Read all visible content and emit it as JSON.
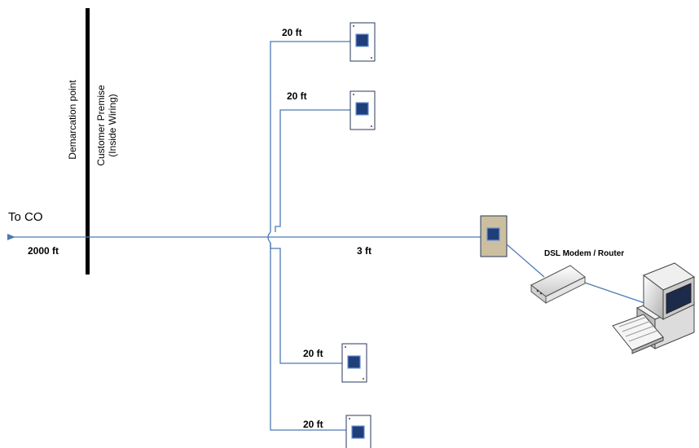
{
  "diagram": {
    "to_co": "To CO",
    "main_distance": "2000 ft",
    "demarc": "Demarcation point",
    "premise_line1": "Customer Premise",
    "premise_line2": "(Inside Wiring)",
    "modem_distance": "3 ft",
    "modem_label": "DSL Modem / Router",
    "branches": [
      {
        "length": "20 ft"
      },
      {
        "length": "20 ft"
      },
      {
        "length": "20 ft"
      },
      {
        "length": "20 ft"
      }
    ]
  },
  "colors": {
    "wire": "#4a7ab5",
    "jack_plate_border": "#2a3a5a",
    "jack_port": "#1f3f7a",
    "modem_jack_fill": "#cbbf9f",
    "demarc_bar": "#000000"
  },
  "icons": [
    "wall-jack-icon",
    "dsl-modem-icon",
    "desktop-computer-icon",
    "arrow-left-icon"
  ]
}
